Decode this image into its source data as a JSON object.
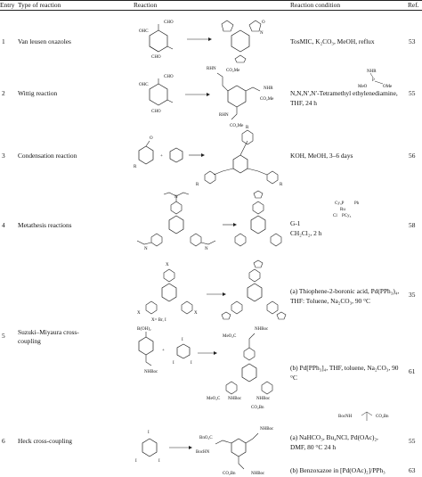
{
  "headers": {
    "entry": "Entry",
    "type": "Type of reaction",
    "reaction": "Reaction",
    "condition": "Reaction condition",
    "ref": "Ref."
  },
  "rows": [
    {
      "entry": "1",
      "type": "Van leusen oxazoles",
      "condition": [
        "TosMIC, K₂CO₃, MeOH, reflux"
      ],
      "ref": "53"
    },
    {
      "entry": "2",
      "type": "Wittig reaction",
      "condition": [
        "N,N,N′,N′-Tetramethyl ethylenediamine,",
        "THF, 24 h"
      ],
      "ref": "55"
    },
    {
      "entry": "3",
      "type": "Condensation reaction",
      "condition": [
        "KOH, MeOH, 3–6 days"
      ],
      "ref": "56"
    },
    {
      "entry": "4",
      "type": "Metathesis reactions",
      "condition": [
        "G-1",
        "CH₂Cl₂, 2 h"
      ],
      "ref": "58"
    },
    {
      "entry": "5",
      "type": [
        "Suzuki–Miyaura cross-",
        "coupling"
      ],
      "sub": [
        {
          "condition": [
            "(a) Thiophene-2-boronic acid, Pd(PPh₃)₄,",
            "THF: Toluene, Na₂CO₃, 90 °C"
          ],
          "ref": "35"
        },
        {
          "condition": [
            "(b) Pd[PPh₃]₄, THF, toluene, Na₂CO₃, 90",
            "°C"
          ],
          "ref": "61"
        }
      ]
    },
    {
      "entry": "6",
      "type": "Heck cross-coupling",
      "sub": [
        {
          "condition": [
            "(a) NaHCO₃, Bu₄NCl, Pd(OAc)₂,",
            "DMF, 80 °C 24 h"
          ],
          "ref": "55"
        },
        {
          "condition": [
            "(b) Benzoxazoe in [Pd(OAc)₂]/PPh₃"
          ],
          "ref": "63"
        }
      ]
    }
  ],
  "structure_labels": {
    "cho": "CHO",
    "ohc": "OHC",
    "rhn": "RHN",
    "co2me": "CO₂Me",
    "nhr": "NHR",
    "meo": "MeO",
    "ome": "OMe",
    "p": "P",
    "r": "R",
    "o": "O",
    "n": "N",
    "x": "X",
    "x_def": "X= Br, I",
    "boh2": "B(OH)₂",
    "nhboc": "NHBoc",
    "meo2c": "MeO₂C",
    "i": "I",
    "co2bn": "CO₂Bn",
    "bocnh": "BocNH",
    "bocn": "BocHN",
    "bno2c": "BnO₂C",
    "grubbs_cy": "Cy₃P",
    "grubbs_ph": "Ph",
    "grubbs_ru": "Ru",
    "grubbs_cl": "Cl",
    "grubbs_pcy3": "PCy₃",
    "plus": "+"
  }
}
